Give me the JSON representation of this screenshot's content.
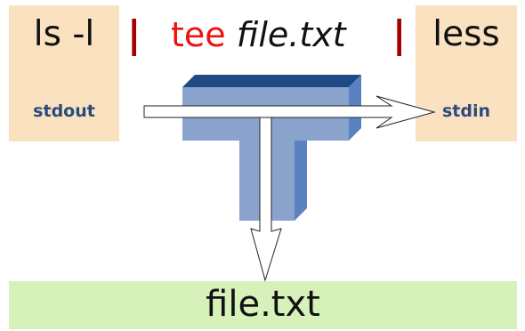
{
  "left": {
    "command": "ls -l",
    "stream": "stdout"
  },
  "middle": {
    "command": "tee",
    "argument": "file.txt"
  },
  "right": {
    "command": "less",
    "stream": "stdin"
  },
  "pipe_symbol": "|",
  "output_file": "file.txt",
  "colors": {
    "command_box": "#fae1c0",
    "file_box": "#d6f1b9",
    "pipe": "#a30000",
    "tee_word": "#ee1111",
    "stream_label": "#2a4a7f",
    "tee_front": "#8aa3cc",
    "tee_top": "#1f4a85",
    "tee_side": "#5b82c0"
  }
}
